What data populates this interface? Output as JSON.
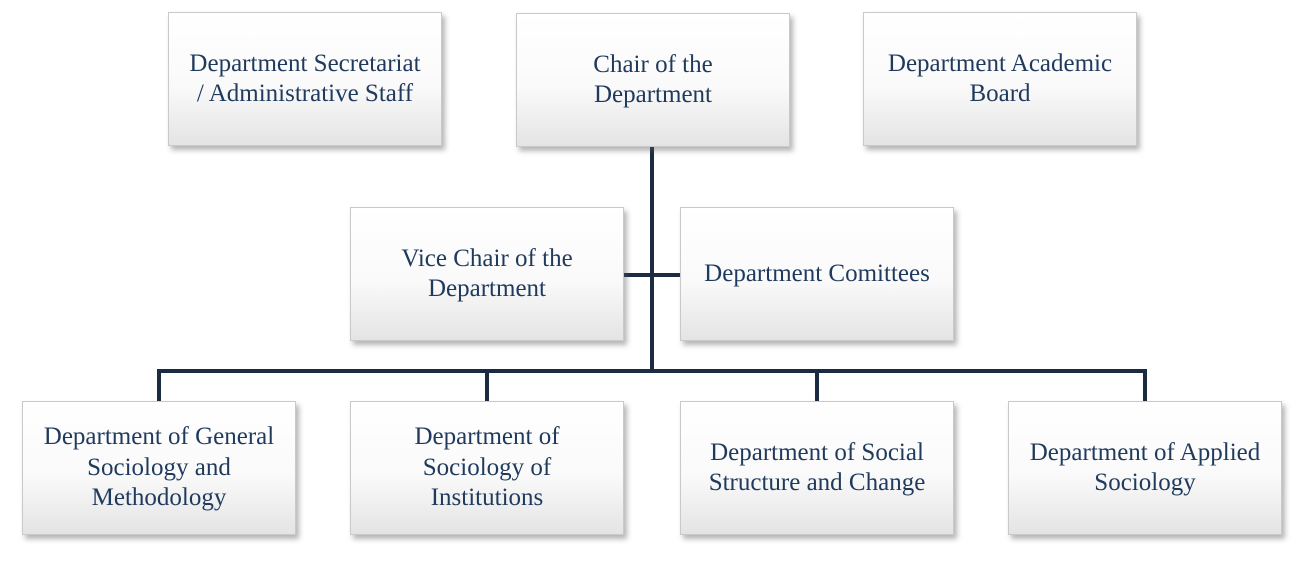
{
  "diagram": {
    "type": "org-chart",
    "title": "Department organizational chart",
    "colors": {
      "text": "#1f3a5c",
      "line": "#1b2b41",
      "box_fill_top": "#ffffff",
      "box_fill_bottom": "#e4e4e4",
      "box_border": "#c9c9c9"
    },
    "nodes": [
      {
        "id": "secretariat",
        "label": "Department Secretariat\n/ Administrative Staff"
      },
      {
        "id": "chair",
        "label": "Chair of the\nDepartment"
      },
      {
        "id": "academic-board",
        "label": "Department Academic\nBoard"
      },
      {
        "id": "vice-chair",
        "label": "Vice Chair of the\nDepartment"
      },
      {
        "id": "committees",
        "label": "Department Comittees"
      },
      {
        "id": "general-sociology",
        "label": "Department of General\nSociology and\nMethodology"
      },
      {
        "id": "sociology-institutions",
        "label": "Department of\nSociology of\nInstitutions"
      },
      {
        "id": "social-structure",
        "label": "Department of Social\nStructure and Change"
      },
      {
        "id": "applied-sociology",
        "label": "Department of Applied\nSociology"
      }
    ],
    "edges": [
      {
        "from": "chair",
        "to": "vice-chair"
      },
      {
        "from": "chair",
        "to": "committees"
      },
      {
        "from": "chair",
        "to": "general-sociology"
      },
      {
        "from": "chair",
        "to": "sociology-institutions"
      },
      {
        "from": "chair",
        "to": "social-structure"
      },
      {
        "from": "chair",
        "to": "applied-sociology"
      }
    ]
  }
}
